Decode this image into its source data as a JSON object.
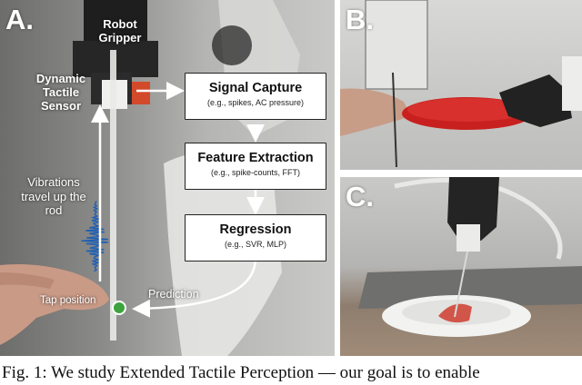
{
  "panels": {
    "a": {
      "letter": "A."
    },
    "b": {
      "letter": "B."
    },
    "c": {
      "letter": "C."
    }
  },
  "labels": {
    "robot_gripper": [
      "Robot",
      "Gripper"
    ],
    "tactile_sensor": [
      "Dynamic",
      "Tactile",
      "Sensor"
    ],
    "vibrations": [
      "Vibrations",
      "travel up the",
      "rod"
    ],
    "tap_position": "Tap position",
    "prediction": "Prediction"
  },
  "pipeline": [
    {
      "title": "Signal Capture",
      "subtitle": "(e.g., spikes, AC pressure)"
    },
    {
      "title": "Feature Extraction",
      "subtitle": "(e.g., spike-counts, FFT)"
    },
    {
      "title": "Regression",
      "subtitle": "(e.g., SVR, MLP)"
    }
  ],
  "caption": "Fig. 1: We study Extended Tactile Perception — our goal is to enable",
  "colors": {
    "waveform": "#1f5fb4",
    "tap_marker": "#3da33d",
    "plate_red": "#c8201e"
  }
}
